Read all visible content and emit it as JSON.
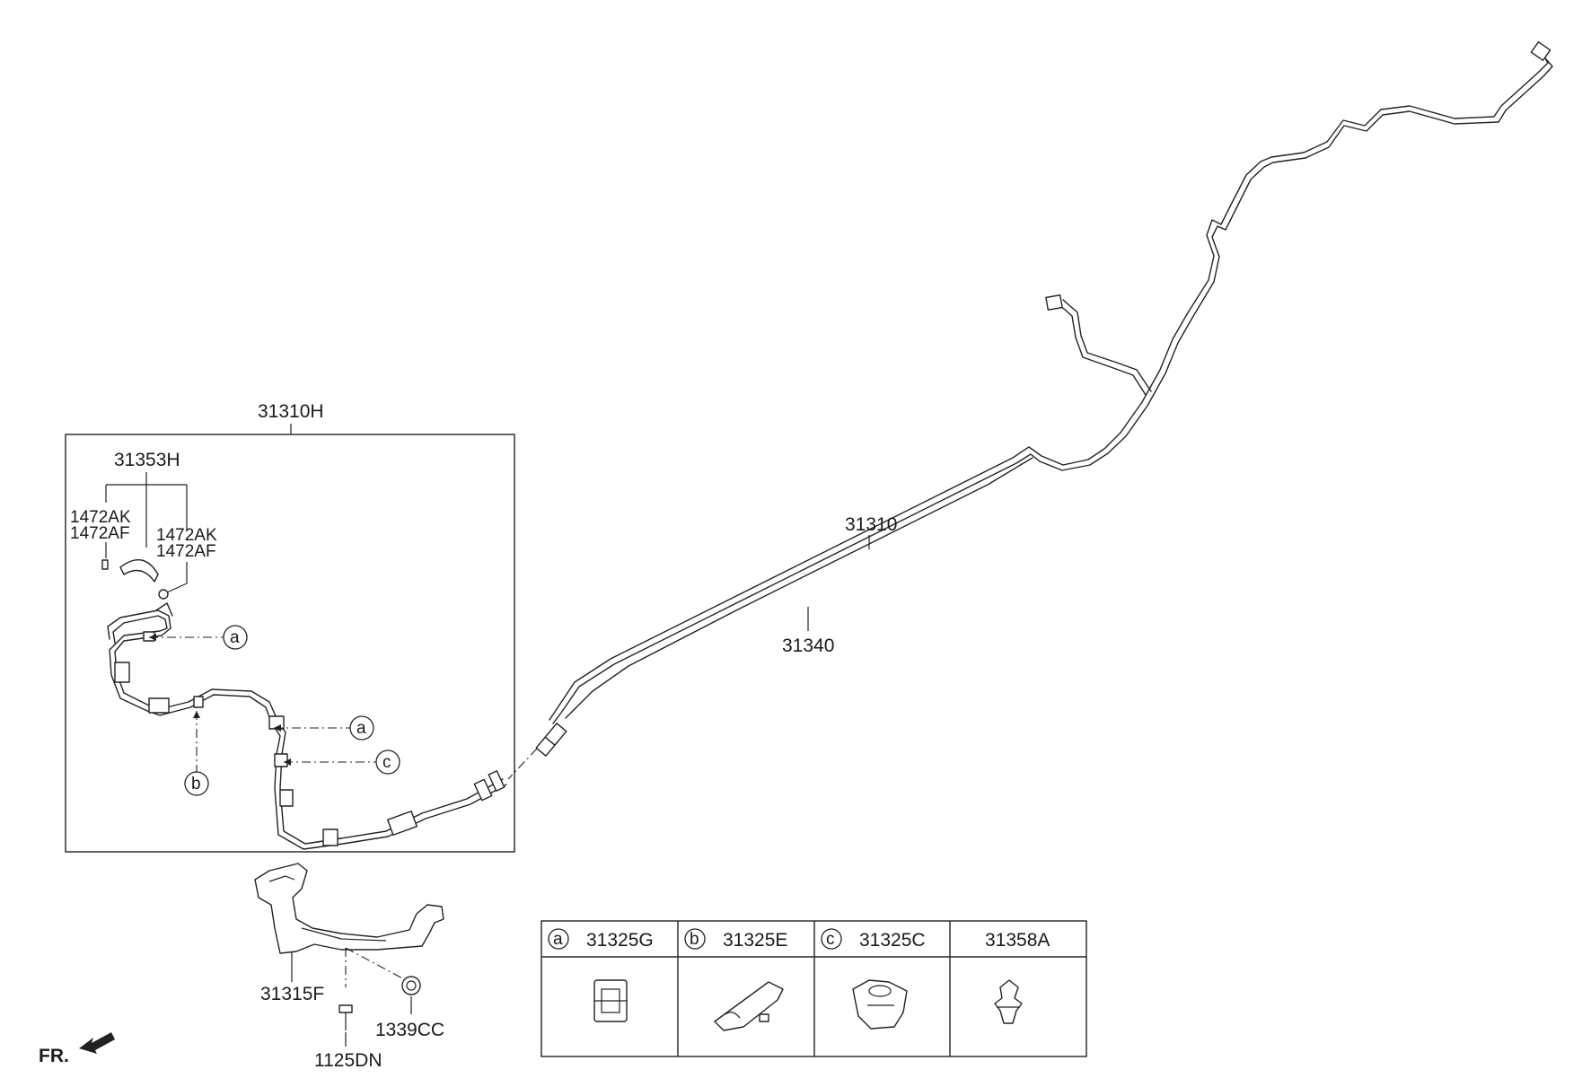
{
  "labels": {
    "assembly": "31310H",
    "hose": "31353H",
    "clamp_left_1": "1472AK",
    "clamp_left_2": "1472AF",
    "clamp_right_1": "1472AK",
    "clamp_right_2": "1472AF",
    "tube_main": "31310",
    "tube_vapor": "31340",
    "bracket": "31315F",
    "bolt": "1125DN",
    "nut": "1339CC",
    "front_marker": "FR."
  },
  "callouts": {
    "a1": "a",
    "a2": "a",
    "b": "b",
    "c": "c"
  },
  "legend_table": {
    "columns": [
      {
        "mark": "a",
        "part": "31325G",
        "icon": "clip-block-icon"
      },
      {
        "mark": "b",
        "part": "31325E",
        "icon": "clip-holder-icon"
      },
      {
        "mark": "c",
        "part": "31325C",
        "icon": "clip-clamp-icon"
      },
      {
        "mark": "",
        "part": "31358A",
        "icon": "push-pin-clip-icon"
      }
    ]
  }
}
